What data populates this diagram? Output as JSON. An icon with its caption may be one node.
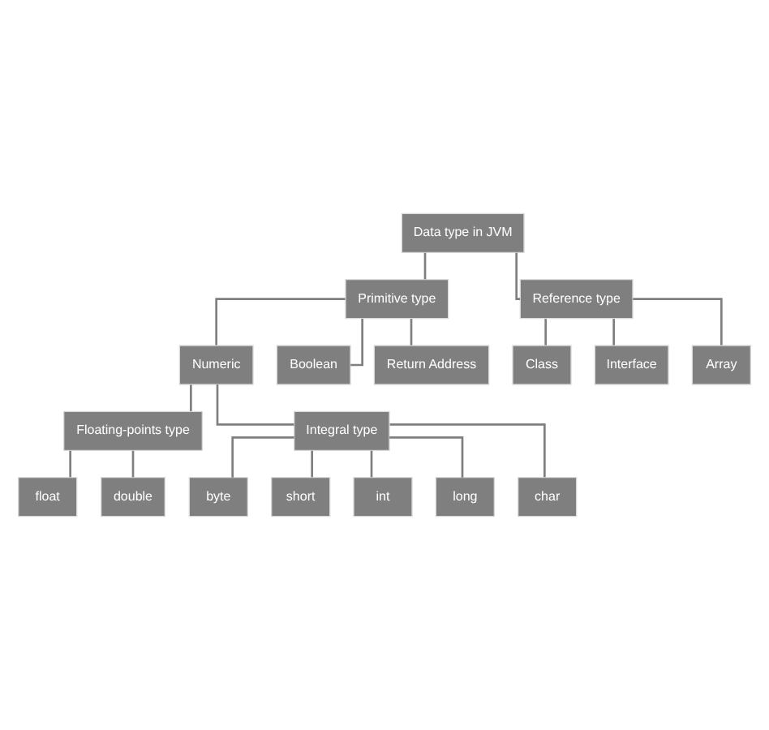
{
  "diagram": {
    "nodes": [
      {
        "text": [
          "Data type in JVM"
        ]
      },
      {
        "text": [
          "Primitive type"
        ]
      },
      {
        "text": [
          "Reference type"
        ]
      },
      {
        "text": [
          "Numeric"
        ]
      },
      {
        "text": [
          "Boolean"
        ]
      },
      {
        "text": [
          "Return Address"
        ]
      },
      {
        "text": [
          "Floating-points type"
        ]
      },
      {
        "text": [
          "Integral type"
        ]
      },
      {
        "text": [
          "float"
        ]
      },
      {
        "text": [
          "double"
        ]
      },
      {
        "text": [
          "byte"
        ]
      },
      {
        "text": [
          "short"
        ]
      },
      {
        "text": [
          "int"
        ]
      },
      {
        "text": [
          "long"
        ]
      },
      {
        "text": [
          "char"
        ]
      },
      {
        "text": [
          "Class"
        ]
      },
      {
        "text": [
          "Interface"
        ]
      },
      {
        "text": [
          "Array"
        ]
      }
    ],
    "edges": [
      {
        "from": 0,
        "to": 1,
        "arrow": "none"
      },
      {
        "from": 0,
        "to": 2,
        "arrow": "none"
      },
      {
        "from": 1,
        "to": 3,
        "arrow": "none"
      },
      {
        "from": 1,
        "to": 4,
        "arrow": "none"
      },
      {
        "from": 1,
        "to": 5,
        "arrow": "none"
      },
      {
        "from": 3,
        "to": 6,
        "arrow": "none"
      },
      {
        "from": 3,
        "to": 7,
        "arrow": "none"
      },
      {
        "from": 6,
        "to": 8,
        "arrow": "none"
      },
      {
        "from": 6,
        "to": 9,
        "arrow": "none"
      },
      {
        "from": 7,
        "to": 10,
        "arrow": "none"
      },
      {
        "from": 7,
        "to": 11,
        "arrow": "none"
      },
      {
        "from": 7,
        "to": 12,
        "arrow": "none"
      },
      {
        "from": 7,
        "to": 13,
        "arrow": "none"
      },
      {
        "from": 7,
        "to": 14,
        "arrow": "none"
      },
      {
        "from": 2,
        "to": 15,
        "arrow": "none"
      },
      {
        "from": 2,
        "to": 16,
        "arrow": "none"
      },
      {
        "from": 2,
        "to": 17,
        "arrow": "none"
      }
    ]
  }
}
